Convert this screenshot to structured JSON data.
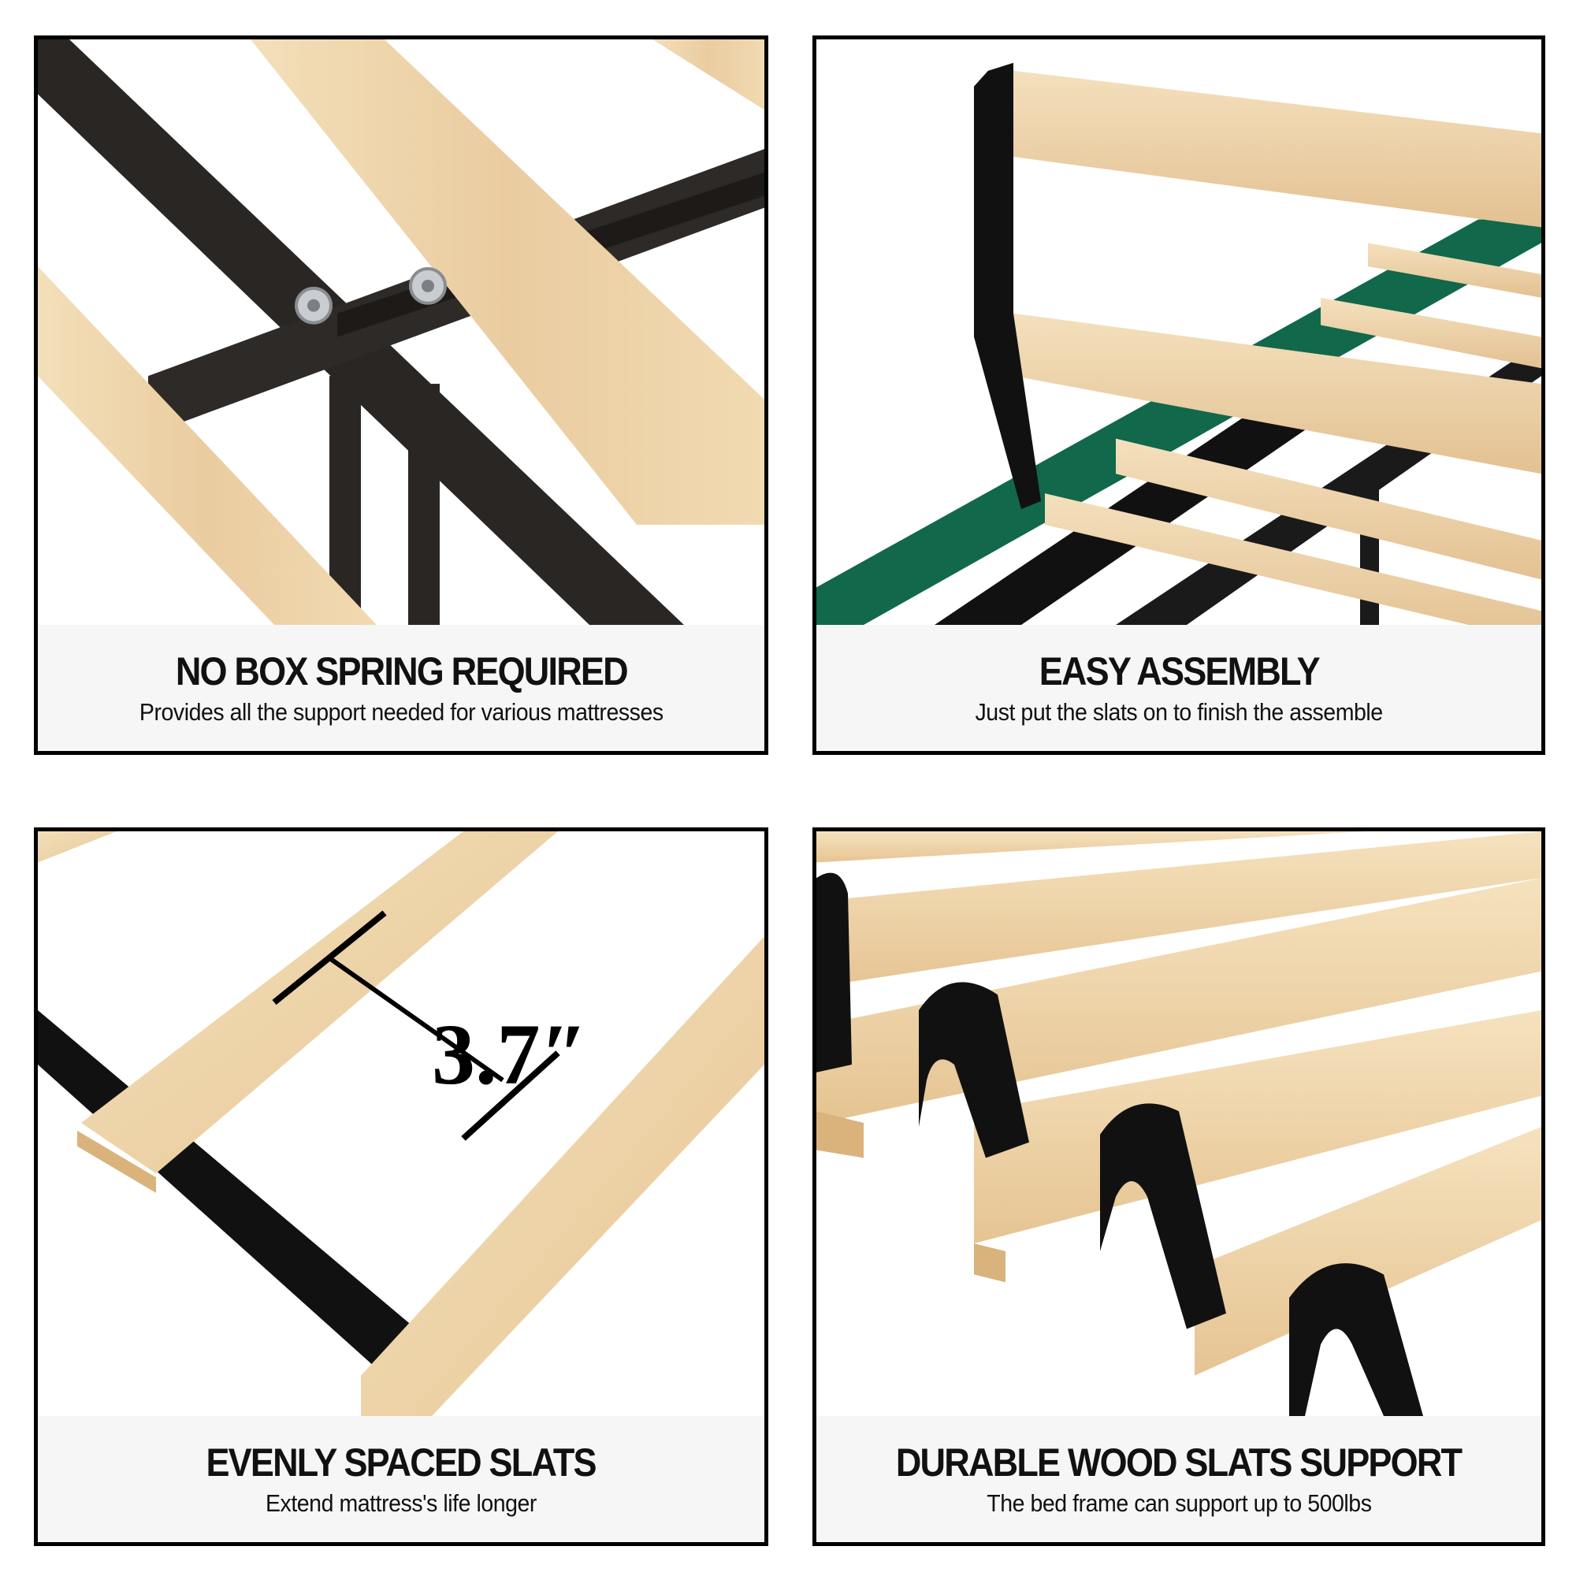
{
  "colors": {
    "border": "#000000",
    "caption_bg": "#f6f6f6",
    "wood_light": "#f2dcb4",
    "wood_mid": "#e8c99a",
    "wood_edge": "#d9b27c",
    "metal": "#2a2624",
    "strap": "#111111",
    "fabric_green": "#11684a"
  },
  "panels": [
    {
      "id": "no-box-spring",
      "headline": "NO BOX SPRING REQUIRED",
      "subline": "Provides all the support needed for various mattresses",
      "photo": "Close-up of black metal frame crossbars with two silver bolts and wooden slats"
    },
    {
      "id": "easy-assembly",
      "headline": "EASY ASSEMBLY",
      "subline": "Just put the slats on to finish the assemble",
      "photo": "Wooden slats being laid on a green upholstered frame with black strap"
    },
    {
      "id": "evenly-spaced",
      "headline": "EVENLY SPACED SLATS",
      "subline": "Extend mattress's life longer",
      "dimension_label": "3.7″",
      "photo": "Two diagonal wooden slats on black strap with dimension line between them"
    },
    {
      "id": "durable-wood",
      "headline": "DURABLE WOOD SLATS SUPPORT",
      "subline": "The bed frame can support up to 500lbs",
      "photo": "Stacked wooden slats connected by black looped velcro straps"
    }
  ]
}
